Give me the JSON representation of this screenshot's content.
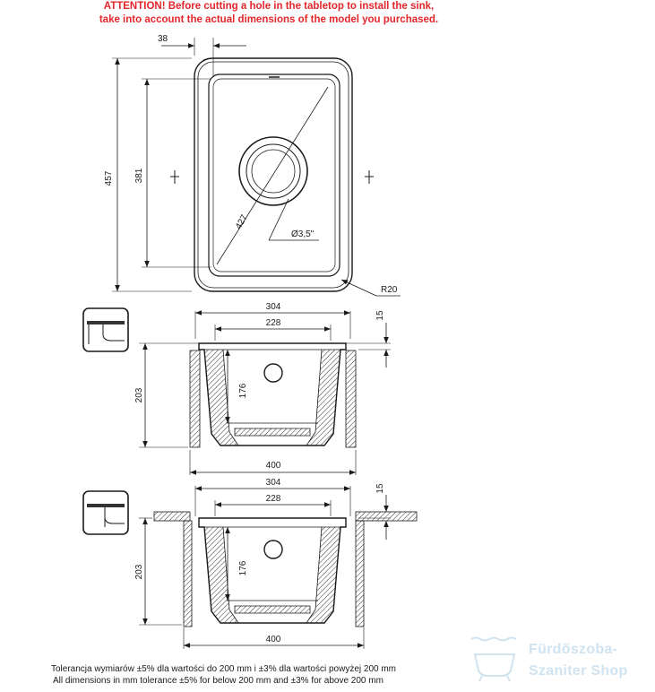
{
  "attention": {
    "line1": "ATTENTION! Before cutting a hole in the tabletop to install the sink,",
    "line2": "take into account the actual dimensions of the model you purchased."
  },
  "top_view": {
    "edge_offset": "38",
    "outer_height": "457",
    "inner_height": "381",
    "diagonal": "427",
    "drain": "Ø3,5\"",
    "corner_radius": "R20"
  },
  "section_top": {
    "outer_width": "304",
    "inner_width": "228",
    "rim": "15",
    "depth": "203",
    "inner_depth": "176",
    "cutout_width": "400"
  },
  "section_bottom": {
    "outer_width": "304",
    "inner_width": "228",
    "rim": "15",
    "depth": "203",
    "inner_depth": "176",
    "cutout_width": "400"
  },
  "notes": {
    "polish": "Tolerancja wymiarów ±5% dla wartości do 200 mm i ±3% dla wartości powyżej 200 mm",
    "english": "All dimensions in mm tolerance ±5% for below 200 mm and ±3% for above 200 mm"
  },
  "watermark": {
    "line1": "Fürdőszoba-",
    "line2": "Szaniter Shop"
  },
  "colors": {
    "attention": "#e3262b",
    "line": "#1a1a1a",
    "watermark": "#cfe3f1"
  }
}
